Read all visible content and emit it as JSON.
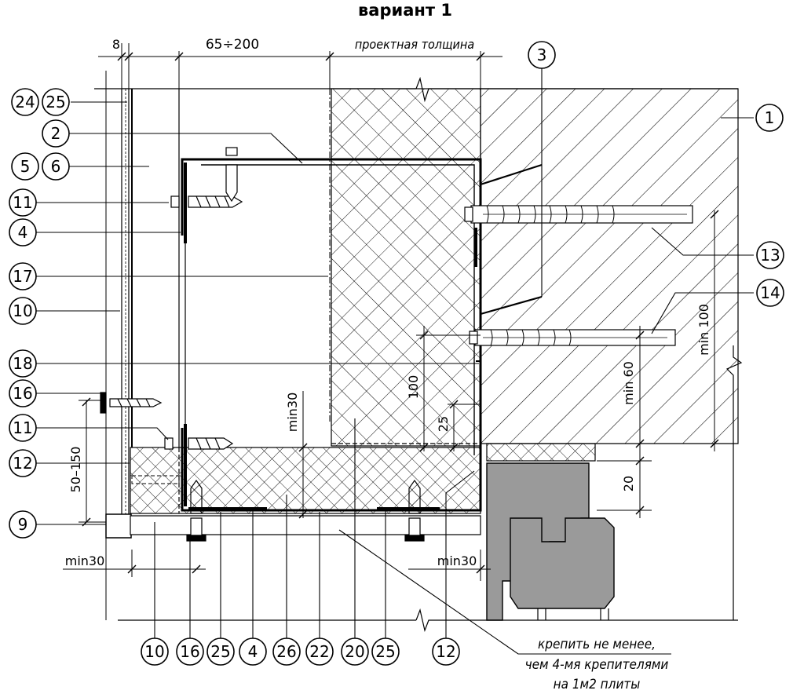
{
  "title": "вариант 1",
  "dims": {
    "d8": "8",
    "range": "65÷200",
    "design_thickness": "проектная толщина",
    "min30_v": "min30",
    "d100": "100",
    "d25": "25",
    "min60": "min 60",
    "min100": "min 100",
    "d20": "20",
    "d50_150": "50–150",
    "min30_bl": "min30",
    "min30_br": "min30"
  },
  "left_callouts": [
    "24",
    "25",
    "2",
    "5",
    "6",
    "11",
    "4",
    "17",
    "10",
    "18",
    "16",
    "11",
    "12",
    "9"
  ],
  "right_callouts": [
    "3",
    "1",
    "13",
    "14"
  ],
  "bottom_callouts": [
    "10",
    "16",
    "25",
    "4",
    "26",
    "22",
    "20",
    "25",
    "12"
  ],
  "note": [
    "крепить не менее,",
    "чем 4-мя крепителями",
    "на 1м2 плиты"
  ],
  "colors": {
    "line": "#000000",
    "frame_fill": "#9a9a9a",
    "background": "#ffffff"
  }
}
